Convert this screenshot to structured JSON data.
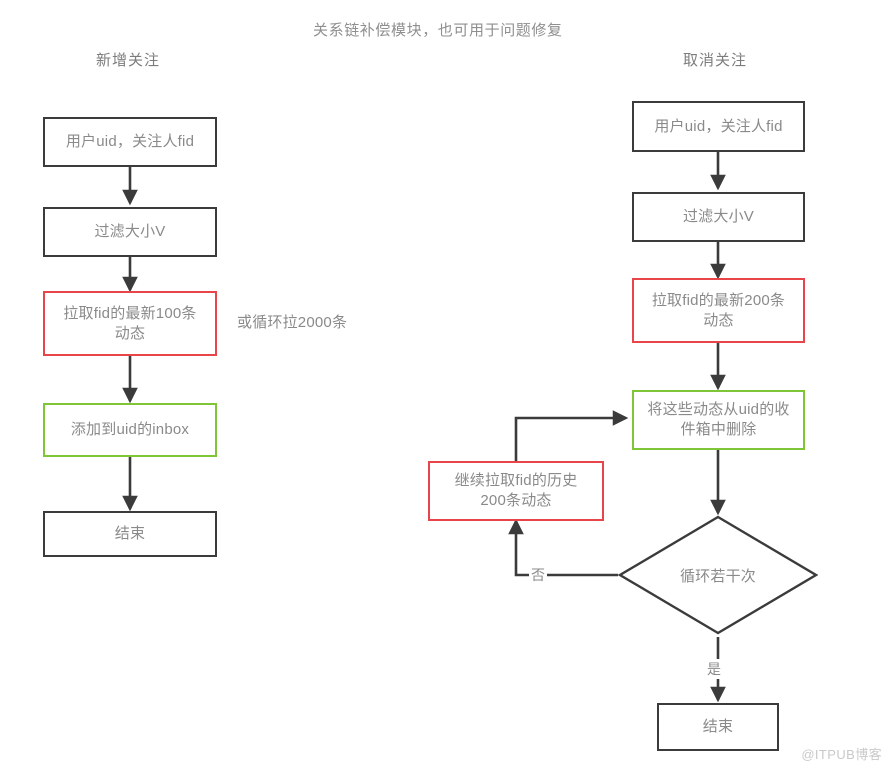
{
  "diagram": {
    "title": "关系链补偿模块，也可用于问题修复",
    "watermark": "@ITPUB博客",
    "colors": {
      "default_border": "#3b3b3b",
      "red_border": "#e8454b",
      "green_border": "#7ec636",
      "text": "#8a8a8a",
      "background": "#ffffff"
    },
    "columns": [
      {
        "id": "left",
        "title": "新增关注"
      },
      {
        "id": "right",
        "title": "取消关注"
      }
    ],
    "left_flow": {
      "nodes": [
        {
          "id": "l1",
          "label": "用户uid，关注人fid",
          "shape": "rect",
          "border": "default"
        },
        {
          "id": "l2",
          "label": "过滤大小V",
          "shape": "rect",
          "border": "default"
        },
        {
          "id": "l3",
          "label": "拉取fid的最新100条\n动态",
          "shape": "rect",
          "border": "red"
        },
        {
          "id": "l4",
          "label": "添加到uid的inbox",
          "shape": "rect",
          "border": "green"
        },
        {
          "id": "l5",
          "label": "结束",
          "shape": "rect",
          "border": "default"
        }
      ],
      "annotation": "或循环拉2000条"
    },
    "right_flow": {
      "nodes": [
        {
          "id": "r1",
          "label": "用户uid，关注人fid",
          "shape": "rect",
          "border": "default"
        },
        {
          "id": "r2",
          "label": "过滤大小V",
          "shape": "rect",
          "border": "default"
        },
        {
          "id": "r3",
          "label": "拉取fid的最新200条\n动态",
          "shape": "rect",
          "border": "red"
        },
        {
          "id": "r4",
          "label": "将这些动态从uid的收\n件箱中删除",
          "shape": "rect",
          "border": "green"
        },
        {
          "id": "r5",
          "label": "循环若干次",
          "shape": "diamond",
          "border": "default"
        },
        {
          "id": "r6",
          "label": "结束",
          "shape": "rect",
          "border": "default"
        },
        {
          "id": "r7",
          "label": "继续拉取fid的历史\n200条动态",
          "shape": "rect",
          "border": "red"
        }
      ],
      "edge_labels": {
        "no": "否",
        "yes": "是"
      }
    }
  }
}
